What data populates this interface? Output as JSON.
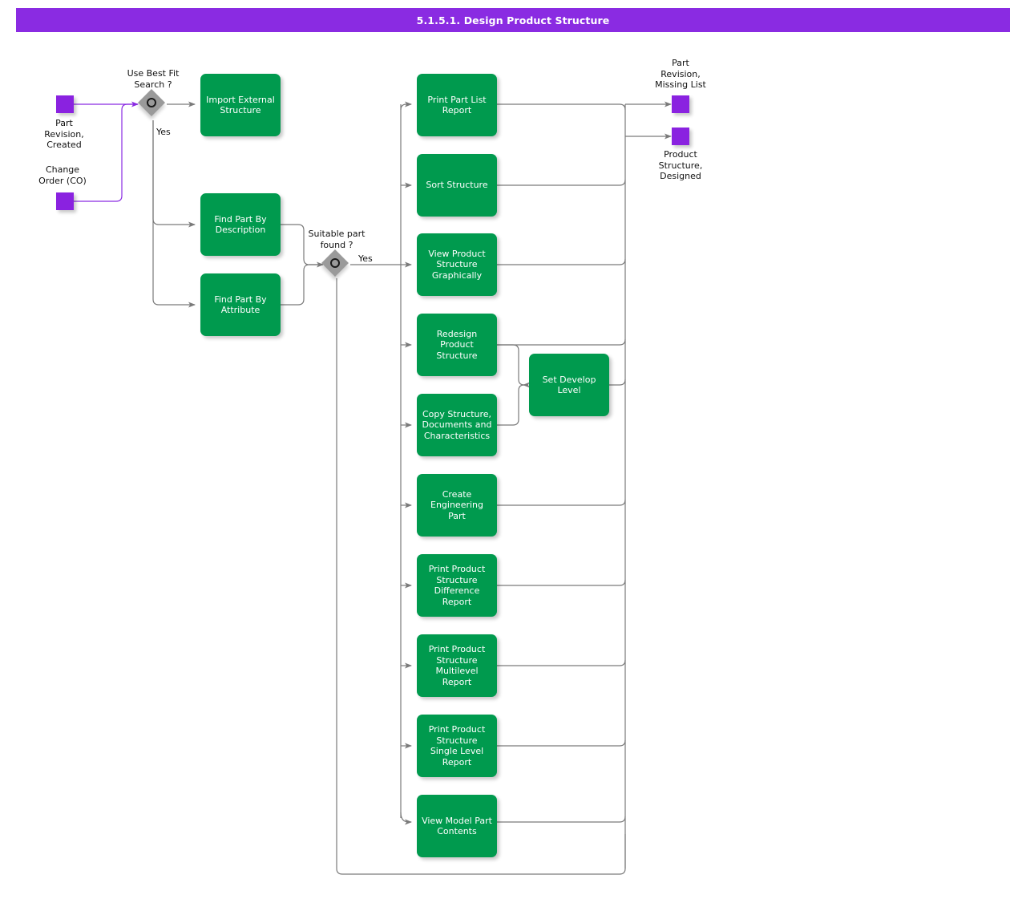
{
  "header": {
    "title": "5.1.5.1. Design Product Structure"
  },
  "colors": {
    "title_bar": "#8A2BE2",
    "process_box": "#009A4E",
    "event_square": "#8A22E0",
    "gateway": "#9A9A9A",
    "connector": "#7a7a7a",
    "purple_connector": "#8A2BE2",
    "text_on_box": "#ffffff",
    "text_on_canvas": "#111111"
  },
  "chart_data": {
    "type": "diagram",
    "title": "5.1.5.1. Design Product Structure",
    "nodes": [
      {
        "id": "e_part_revision_created",
        "kind": "event",
        "label": "Part\nRevision,\nCreated"
      },
      {
        "id": "e_change_order",
        "kind": "event",
        "label": "Change\nOrder (CO)"
      },
      {
        "id": "g_best_fit",
        "kind": "gateway",
        "label": "Use Best Fit\nSearch ?"
      },
      {
        "id": "p_import_external",
        "kind": "process",
        "label": "Import External\nStructure"
      },
      {
        "id": "p_find_by_description",
        "kind": "process",
        "label": "Find Part By\nDescription"
      },
      {
        "id": "p_find_by_attribute",
        "kind": "process",
        "label": "Find Part By\nAttribute"
      },
      {
        "id": "g_suitable_part",
        "kind": "gateway",
        "label": "Suitable part\nfound ?"
      },
      {
        "id": "p_print_part_list",
        "kind": "process",
        "label": "Print Part List\nReport"
      },
      {
        "id": "p_sort_structure",
        "kind": "process",
        "label": "Sort Structure"
      },
      {
        "id": "p_view_graphically",
        "kind": "process",
        "label": "View Product\nStructure\nGraphically"
      },
      {
        "id": "p_redesign_structure",
        "kind": "process",
        "label": "Redesign\nProduct\nStructure"
      },
      {
        "id": "p_copy_structure",
        "kind": "process",
        "label": "Copy Structure,\nDocuments and\nCharacteristics"
      },
      {
        "id": "p_set_develop_level",
        "kind": "process",
        "label": "Set Develop\nLevel"
      },
      {
        "id": "p_create_eng_part",
        "kind": "process",
        "label": "Create\nEngineering Part"
      },
      {
        "id": "p_print_diff_report",
        "kind": "process",
        "label": "Print Product\nStructure\nDifference\nReport"
      },
      {
        "id": "p_print_multilevel",
        "kind": "process",
        "label": "Print Product\nStructure\nMultilevel Report"
      },
      {
        "id": "p_print_single_level",
        "kind": "process",
        "label": "Print Product\nStructure Single\nLevel Report"
      },
      {
        "id": "p_view_model_part",
        "kind": "process",
        "label": "View Model Part\nContents"
      },
      {
        "id": "e_part_rev_missing",
        "kind": "event",
        "label": "Part\nRevision,\nMissing List"
      },
      {
        "id": "e_product_structure",
        "kind": "event",
        "label": "Product\nStructure,\nDesigned"
      }
    ],
    "edge_labels": [
      {
        "gateway": "g_best_fit",
        "label": "Yes"
      },
      {
        "gateway": "g_suitable_part",
        "label": "Yes"
      }
    ]
  }
}
